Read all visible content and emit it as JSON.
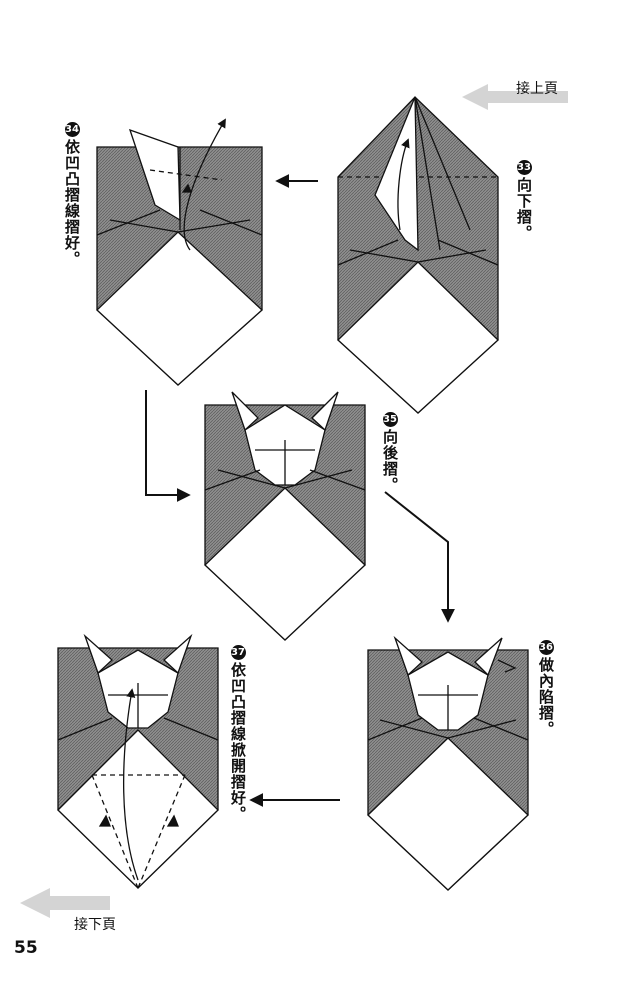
{
  "nav": {
    "next_page_from": "接上頁",
    "continue_to": "接下頁"
  },
  "steps": [
    {
      "number": "33",
      "text": "向下摺。"
    },
    {
      "number": "34",
      "text": "依凹凸摺線摺好。"
    },
    {
      "number": "35",
      "text": "向後摺。"
    },
    {
      "number": "36",
      "text": "做內陷摺。"
    },
    {
      "number": "37",
      "text": "依凹凸摺線掀開摺好。"
    }
  ],
  "page_number": "55",
  "colors": {
    "paper_gray": "#9a9a9a",
    "line": "#111111",
    "arrow_gray": "#cfcfcf"
  }
}
